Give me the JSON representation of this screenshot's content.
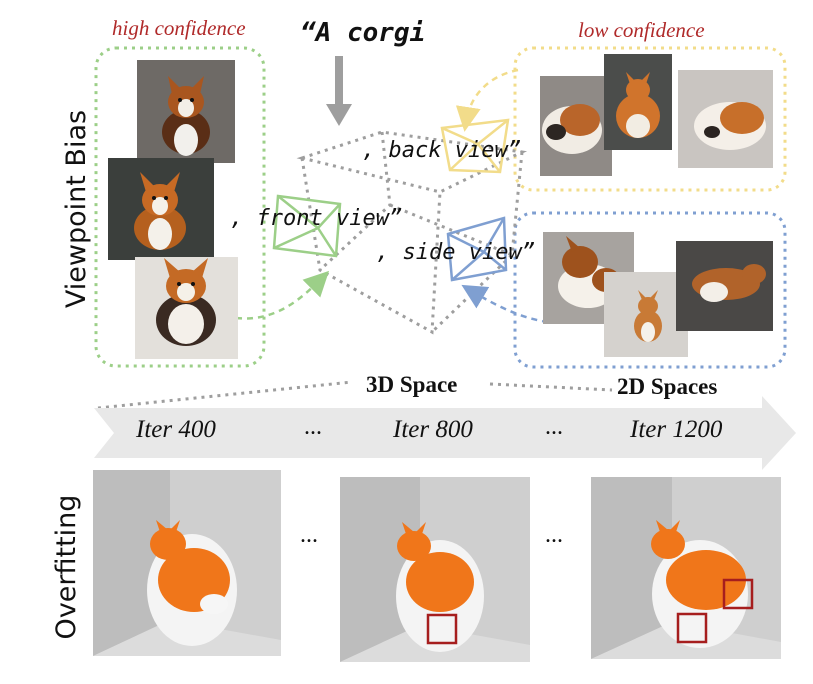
{
  "top_labels": {
    "left_side": "Viewpoint Bias",
    "bottom_side": "Overfitting",
    "high_confidence": "high confidence",
    "low_confidence": "low confidence"
  },
  "prompt": {
    "quote": "“A corgi",
    "back": ", back view”",
    "front": ", front view”",
    "side": ", side view”"
  },
  "spaces": {
    "three_d": "3D Space",
    "two_d": "2D Spaces"
  },
  "timeline": {
    "iter_1": "Iter 400",
    "iter_2": "Iter 800",
    "iter_3": "Iter 1200",
    "ellipsis": "..."
  },
  "colors": {
    "green": "#9ccf88",
    "yellow": "#f2dc8a",
    "blue": "#7f9fd1",
    "red_box": "#a61e1e",
    "text_red": "#b02a2a",
    "grey_arrow": "#9e9e9e"
  }
}
